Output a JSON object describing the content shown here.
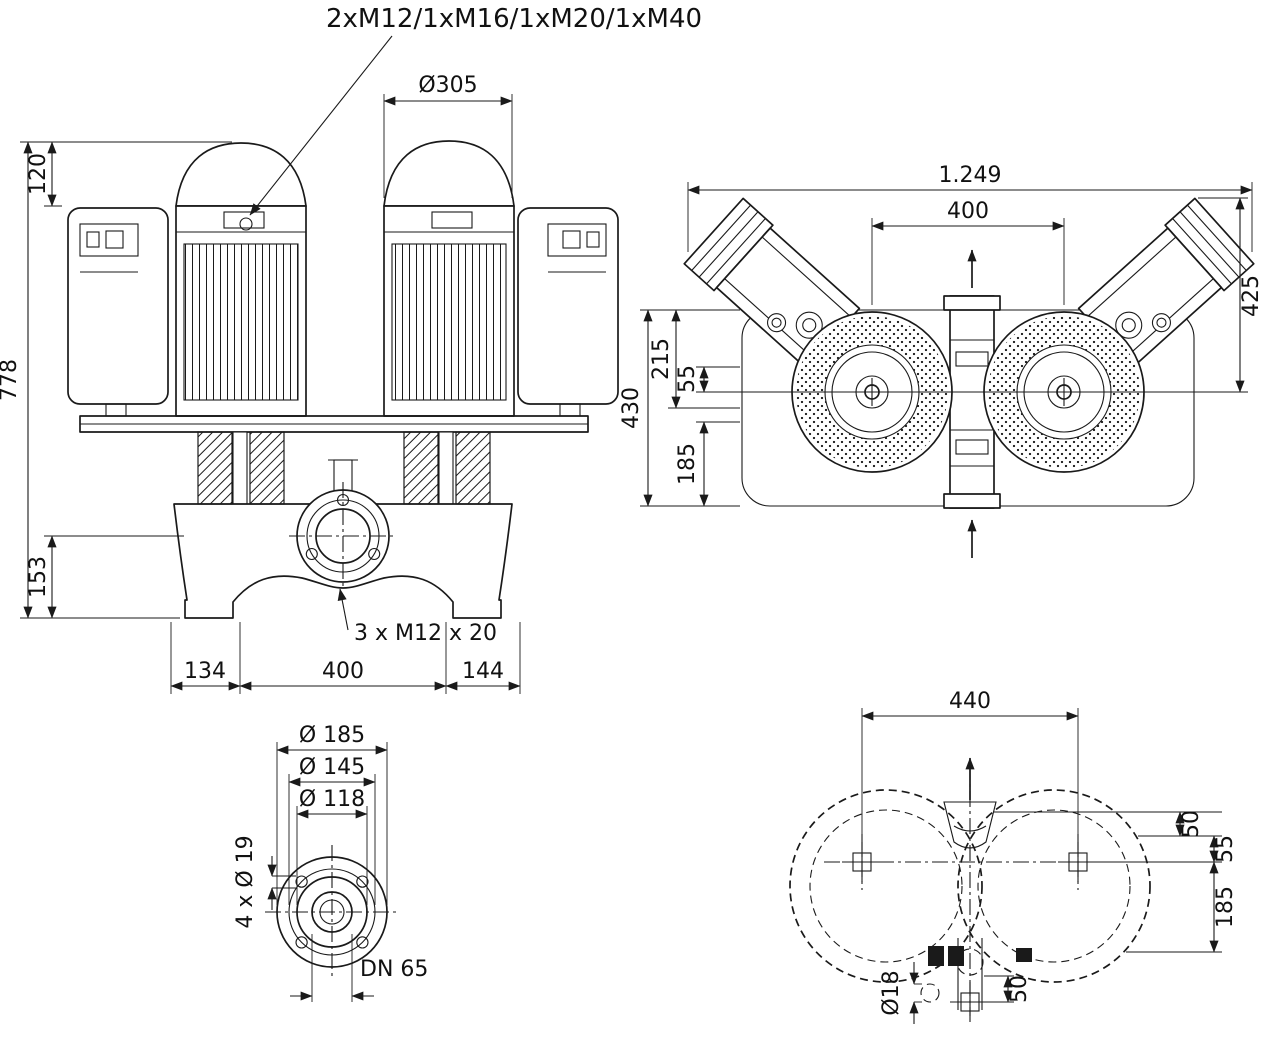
{
  "front_view": {
    "cable_glands": "2xM12/1xM16/1xM20/1xM40",
    "motor_diameter": "Ø305",
    "module_height": "120",
    "total_height": "778",
    "port_height": "153",
    "flange_bolts": "3 x M12 x 20",
    "foot_offset_left": "134",
    "port_spacing": "400",
    "foot_offset_right": "144"
  },
  "top_view": {
    "total_width": "1.249",
    "motor_spacing": "400",
    "depth_to_module": "425",
    "total_depth": "430",
    "upper_depth": "215",
    "axis_offset": "55",
    "lower_depth": "185"
  },
  "flange_view": {
    "flange_od": "Ø 185",
    "bolt_circle_d": "Ø 145",
    "raised_face_d": "Ø 118",
    "bolt_holes": "4 x Ø 19",
    "nominal_bore": "DN 65"
  },
  "foundation_view": {
    "bolt_spacing": "440",
    "offset_port": "50",
    "offset_mid": "55",
    "depth": "185",
    "offset_bottom": "50",
    "anchor_hole_d": "Ø18"
  }
}
